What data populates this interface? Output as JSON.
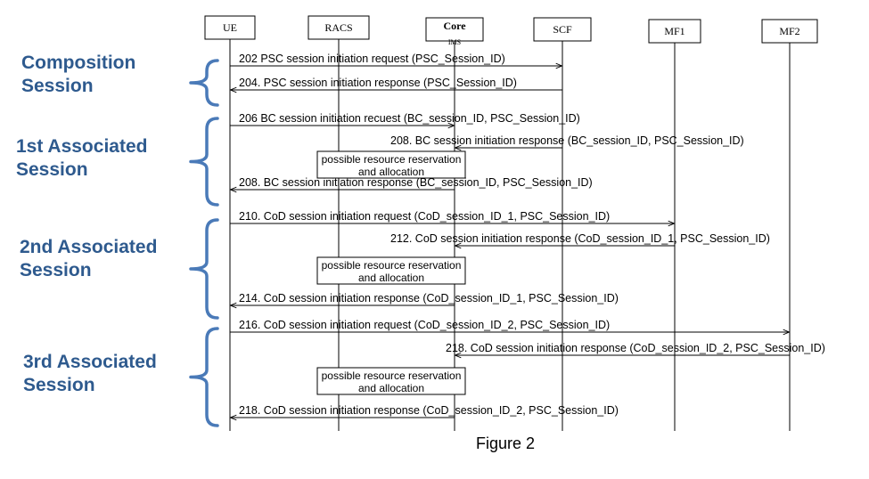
{
  "participants": [
    {
      "id": "ue",
      "label": "UE"
    },
    {
      "id": "racs",
      "label": "RACS"
    },
    {
      "id": "core",
      "label": "Core",
      "sublabel": "IMS"
    },
    {
      "id": "scf",
      "label": "SCF"
    },
    {
      "id": "mf1",
      "label": "MF1"
    },
    {
      "id": "mf2",
      "label": "MF2"
    }
  ],
  "sections": [
    {
      "id": "composition",
      "label": "Composition\nSession"
    },
    {
      "id": "first",
      "label": "1st Associated\nSession"
    },
    {
      "id": "second",
      "label": "2nd Associated\nSession"
    },
    {
      "id": "third",
      "label": "3rd Associated\nSession"
    }
  ],
  "messages": [
    {
      "from": "ue",
      "to": "scf",
      "label": "202 PSC session initiation request (PSC_Session_ID)"
    },
    {
      "from": "scf",
      "to": "ue",
      "label": "204. PSC session initiation response (PSC_Session_ID)"
    },
    {
      "from": "ue",
      "to": "core",
      "label": "206 BC session initiation recuest (BC_session_ID, PSC_Session_ID)"
    },
    {
      "from": "scf",
      "to": "core",
      "label": "208. BC session initiation response (BC_session_ID, PSC_Session_ID)"
    },
    {
      "from": "core",
      "to": "ue",
      "label": "208. BC session initiation response (BC_session_ID, PSC_Session_ID)"
    },
    {
      "from": "ue",
      "to": "mf1",
      "label": "210. CoD session initiation request (CoD_session_ID_1, PSC_Session_ID)"
    },
    {
      "from": "mf1",
      "to": "core",
      "label": "212. CoD session initiation response (CoD_session_ID_1, PSC_Session_ID)"
    },
    {
      "from": "core",
      "to": "ue",
      "label": "214. CoD session initiation response (CoD_session_ID_1, PSC_Session_ID)"
    },
    {
      "from": "ue",
      "to": "mf2",
      "label": "216. CoD session initiation request (CoD_session_ID_2, PSC_Session_ID)"
    },
    {
      "from": "mf2",
      "to": "core",
      "label": "218. CoD session initiation response (CoD_session_ID_2, PSC_Session_ID)"
    },
    {
      "from": "core",
      "to": "ue",
      "label": "218. CoD session initiation response (CoD_session_ID_2, PSC_Session_ID)"
    }
  ],
  "resource_boxes": [
    {
      "line1": "possible resource reservation",
      "line2": "and allocation"
    },
    {
      "line1": "possible resource reservation",
      "line2": "and allocation"
    },
    {
      "line1": "possible resource reservation",
      "line2": "and allocation"
    }
  ],
  "caption": "Figure 2",
  "colors": {
    "section_label": "#2e5a8e",
    "bracket": "#4a7ab8",
    "line": "#000000"
  }
}
